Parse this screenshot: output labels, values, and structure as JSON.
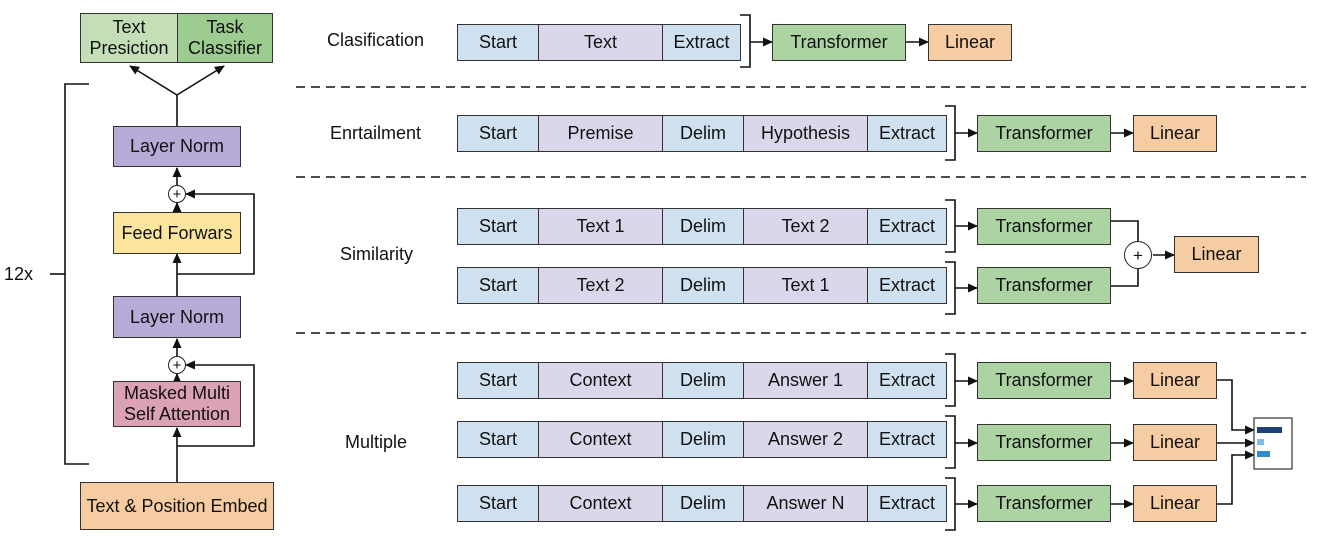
{
  "colors": {
    "start_extract": "#cfe0f0",
    "content_token": "#dcd6ea",
    "transformer": "#acd3a2",
    "linear": "#f6cda2",
    "block_bg": "#cfe0f0",
    "layer_norm": "#b7acd7",
    "feed_forward": "#fbe59d",
    "attention": "#dba1b4",
    "embed": "#f6cda2",
    "text_prediction": "#c4dfb8",
    "task_classifier": "#9ccc8f",
    "output_bar_dark": "#1f3f78",
    "output_bar_light": "#2f8ecf"
  },
  "architecture": {
    "repeat_label": "12x",
    "text_prediction": [
      "Text",
      "Presiction"
    ],
    "task_classifier": [
      "Task",
      "Classifier"
    ],
    "layer_norm_top": "Layer Norm",
    "feed_forward": "Feed Forwars",
    "layer_norm_bottom": "Layer Norm",
    "attention": [
      "Masked Multi",
      "Self Attention"
    ],
    "embed": "Text & Position Embed",
    "plus_symbol": "+"
  },
  "tasks": {
    "classification": {
      "label": "Clasification",
      "tokens": [
        "Start",
        "Text",
        "Extract"
      ],
      "transformer": "Transformer",
      "linear": "Linear"
    },
    "entailment": {
      "label": "Enrtailment",
      "tokens": [
        "Start",
        "Premise",
        "Delim",
        "Hypothesis",
        "Extract"
      ],
      "transformer": "Transformer",
      "linear": "Linear"
    },
    "similarity": {
      "label": "Similarity",
      "rows": [
        [
          "Start",
          "Text 1",
          "Delim",
          "Text 2",
          "Extract"
        ],
        [
          "Start",
          "Text 2",
          "Delim",
          "Text 1",
          "Extract"
        ]
      ],
      "transformer": "Transformer",
      "plus_symbol": "+",
      "linear": "Linear"
    },
    "multiple": {
      "label": "Multiple",
      "rows": [
        [
          "Start",
          "Context",
          "Delim",
          "Answer 1",
          "Extract"
        ],
        [
          "Start",
          "Context",
          "Delim",
          "Answer 2",
          "Extract"
        ],
        [
          "Start",
          "Context",
          "Delim",
          "Answer N",
          "Extract"
        ]
      ],
      "transformer": "Transformer",
      "linear": "Linear"
    }
  }
}
